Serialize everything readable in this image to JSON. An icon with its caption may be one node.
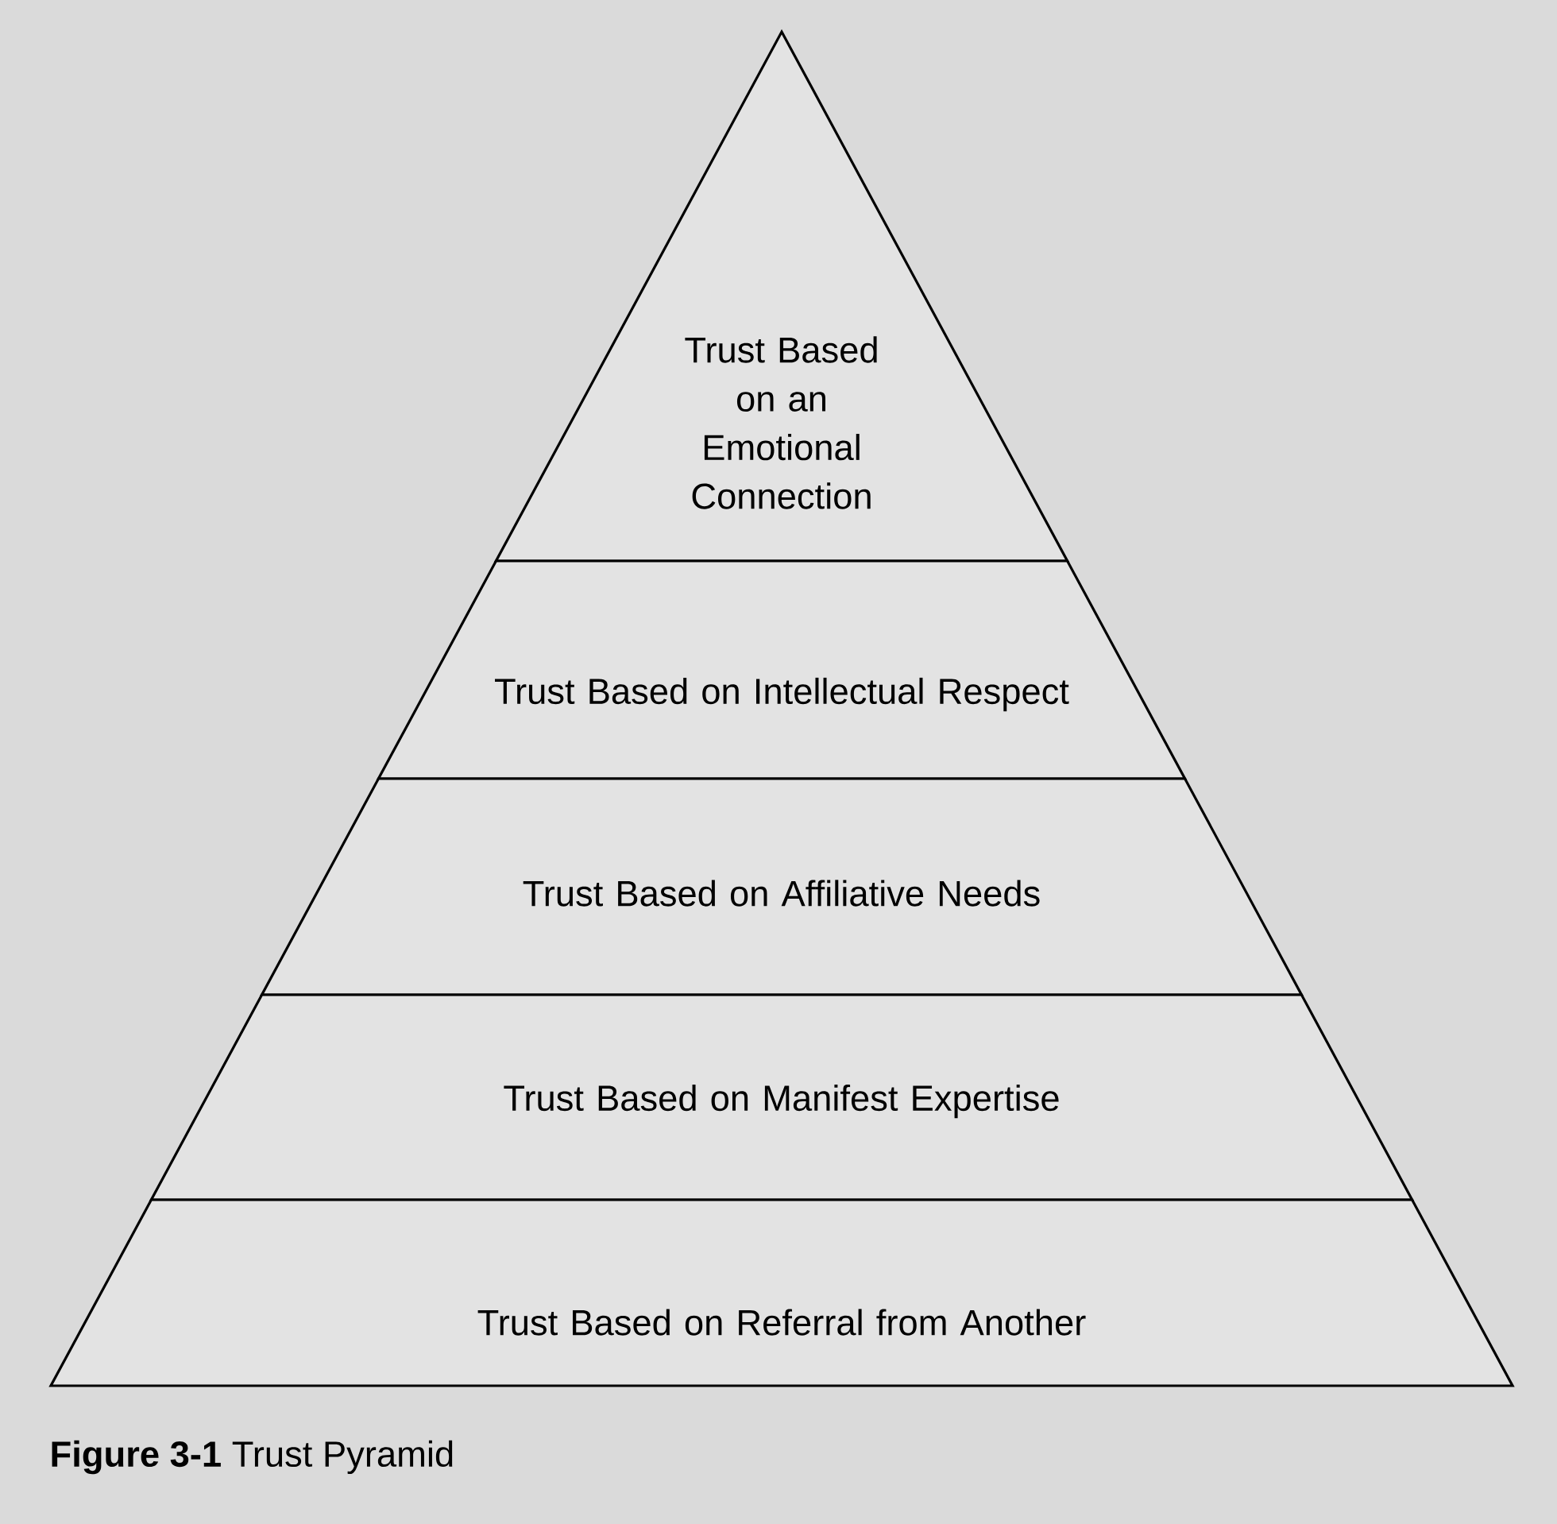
{
  "diagram": {
    "caption": "**Figure 3-1** Trust Pyramid",
    "nodes": [
      {
        "text": [
          "Trust Based on an Emotional Connection"
        ]
      },
      {
        "text": [
          "Trust Based on Intellectual Respect"
        ]
      },
      {
        "text": [
          "Trust Based on Affiliative Needs"
        ]
      },
      {
        "text": [
          "Trust Based on Manifest Expertise"
        ]
      },
      {
        "text": [
          "Trust Based on Referral from Another"
        ]
      }
    ]
  }
}
